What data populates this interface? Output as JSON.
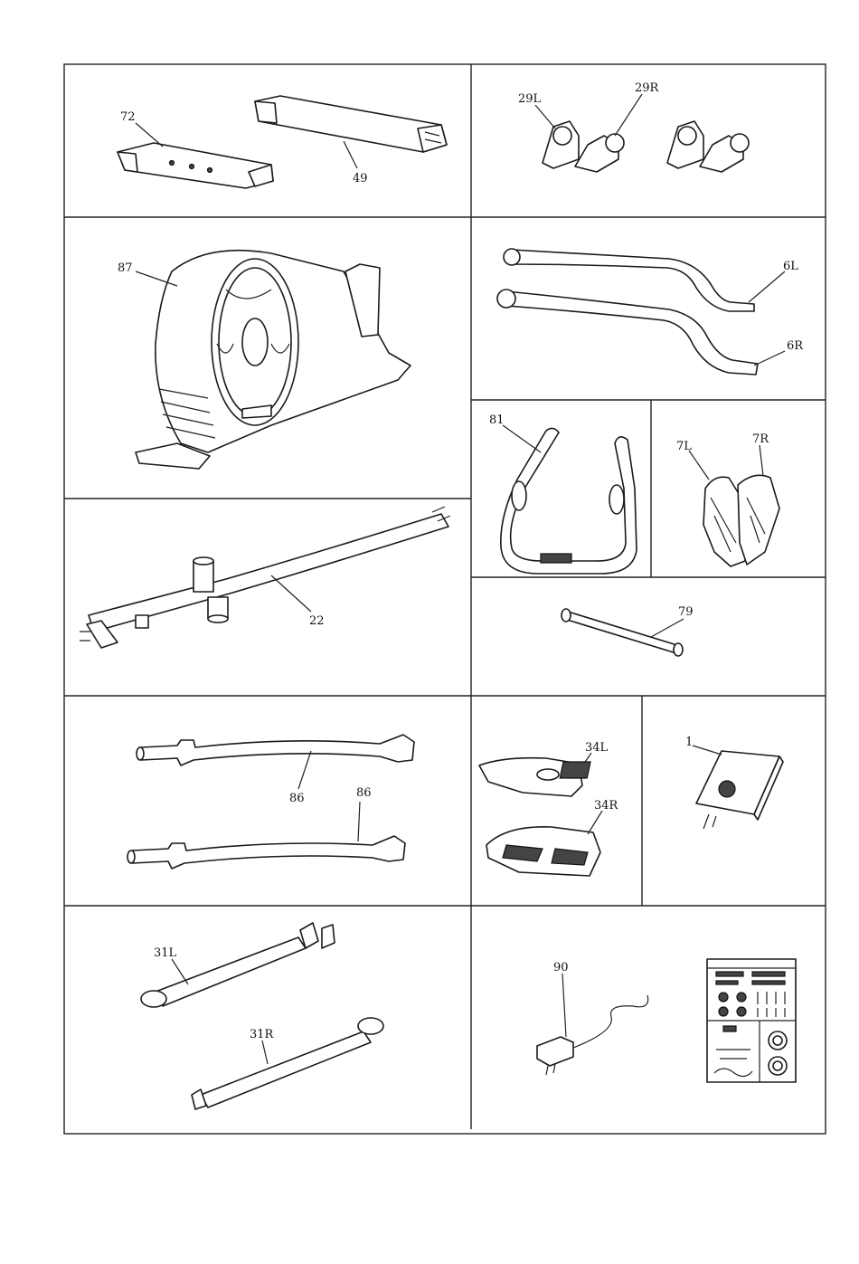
{
  "labels": {
    "p72": "72",
    "p49": "49",
    "p29L": "29L",
    "p29R": "29R",
    "p87": "87",
    "p6L": "6L",
    "p6R": "6R",
    "p81": "81",
    "p7L": "7L",
    "p7R": "7R",
    "p22": "22",
    "p79": "79",
    "p86a": "86",
    "p86b": "86",
    "p34L": "34L",
    "p34R": "34R",
    "p1": "1",
    "p31L": "31L",
    "p31R": "31R",
    "p90": "90"
  }
}
